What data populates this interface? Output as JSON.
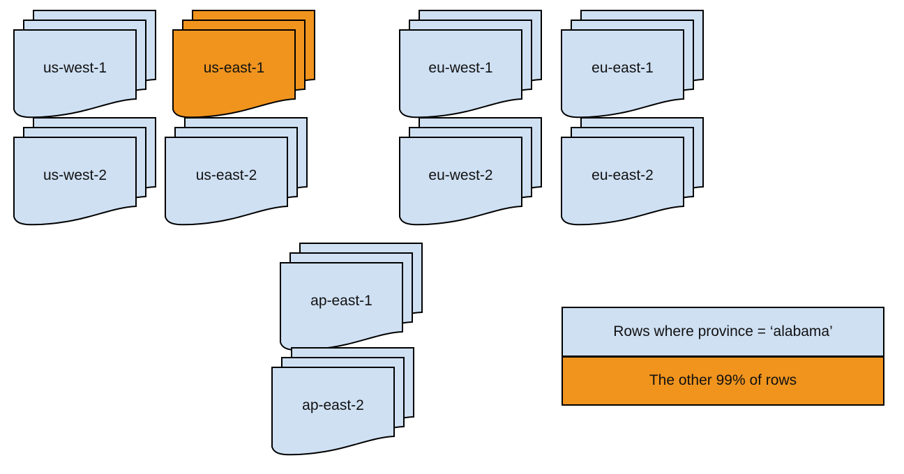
{
  "colors": {
    "region_fill": "#CFE0F3",
    "highlight_fill": "#F0941E",
    "stroke": "#000000",
    "background": "#FFFFFF"
  },
  "regions": [
    {
      "label": "us-west-1",
      "fill": "#CFE0F3",
      "pages": 3
    },
    {
      "label": "us-east-1",
      "fill": "#F0941E",
      "pages": 3,
      "highlighted": true
    },
    {
      "label": "eu-west-1",
      "fill": "#CFE0F3",
      "pages": 3
    },
    {
      "label": "eu-east-1",
      "fill": "#CFE0F3",
      "pages": 3
    },
    {
      "label": "us-west-2",
      "fill": "#CFE0F3",
      "pages": 3
    },
    {
      "label": "us-east-2",
      "fill": "#CFE0F3",
      "pages": 3
    },
    {
      "label": "eu-west-2",
      "fill": "#CFE0F3",
      "pages": 3
    },
    {
      "label": "eu-east-2",
      "fill": "#CFE0F3",
      "pages": 3
    },
    {
      "label": "ap-east-1",
      "fill": "#CFE0F3",
      "pages": 3
    },
    {
      "label": "ap-east-2",
      "fill": "#CFE0F3",
      "pages": 3
    }
  ],
  "legend": {
    "items": [
      {
        "label": "Rows where province = ‘alabama’",
        "fill": "#CFE0F3"
      },
      {
        "label": "The other 99% of rows",
        "fill": "#F0941E"
      }
    ]
  }
}
